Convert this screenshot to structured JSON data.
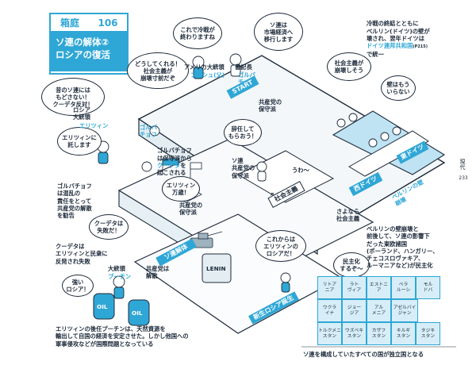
{
  "section": {
    "kanji": "箱庭",
    "number": "106",
    "title_line1": "ソ連の解体②",
    "title_line2": "ロシアの復活"
  },
  "side": {
    "label": "現代",
    "page": "233"
  },
  "bubbles": {
    "shuusen": "これで冷戦が\n終わりますね",
    "shijou": "ソ連は\n市場経済へ\n移行します",
    "dou": "どうしてくれる！\n社会主義が\n崩壊寸前だぞ",
    "mukashi": "昔のソ連には\nもどさない！\nクーデタ反対！",
    "eritsin_ryou": "エリツィンに\n託します",
    "shakai": "社会主義が\n崩壊しそう",
    "kabe": "壁はもう\nいらない",
    "jinin": "辞任して\nもらおう！",
    "eritsin_banzai": "エリツィン\n万歳！",
    "coup": "クーデタは\n失敗だ！",
    "kore": "これからは\nエリツィンの\nロシアだ！",
    "minshu": "民主化\nするぞ～",
    "tsuyoi": "強い\nロシア！"
  },
  "labels": {
    "america": "アメリカ大統領",
    "bush": "ブッシュ(父)",
    "shokichou": "書記長",
    "gorba": "ゴルバ\nチョフ",
    "gorba2": "ゴルバ\nチョフ",
    "russia_pres": "ロシア\n大統領",
    "eritsin": "エリツィン",
    "hoshu": "共産党の\n保守派",
    "hoshu2": "ソ連\n共産党の\n保守派",
    "gorba_hoshu": "ゴルバチョフ\nは保守派から",
    "coup_word": "クーデタ",
    "okosareru": "を\n起こされる",
    "hoshu3": "共産党の\n保守派",
    "gorba_kaisan": "ゴルバチョフ\nは混乱の\n責任をとって\n共産党の解散\nを勧告",
    "coup_fail": "クーデタは\nエリツィンと民衆に\n反発され失敗",
    "putin_title": "大統領",
    "putin": "プーチン",
    "kyousan_kaisan": "共産党は\n解散",
    "sayonara": "さよなら\n社会主義",
    "berlin_note": "冷戦の終結とともに\nベルリン(ドイツ)の壁が\n壊され、翌年ドイツは",
    "doitsu_touitsu": "ドイツ連邦共和国",
    "p215": "(P215)",
    "de_ittsu": "で統一",
    "eastern": "ベルリンの壁崩壊と\n前後して、ソ連の影響下\nだった東欧諸国\n(ポーランド、ハンガリー、\nチェコスロヴァキア、\nルーマニアなど)が民主化",
    "putin_note": "エリツィンの後任プーチンは、天然資源を\n輸出して自国の経済を安定させた。しかし他国への\n軍事侵攻などが国際問題となっている",
    "independent": "ソ連を構成していたすべての国が独立国となる",
    "uwa1": "うわ～",
    "uwa2": "うわ～",
    "oil": "OIL",
    "oil2": "OIL",
    "lenin": "LENIN"
  },
  "signs": {
    "start": "START",
    "shakaishugi": "社会主義",
    "nishi": "西ドイツ",
    "higashi": "東ドイツ",
    "berlin_wall": "ベルリンの壁\n崩壊",
    "soren_kaitai": "ソ連解体",
    "shinsei": "新生ロシア誕生"
  },
  "republics": [
    "リトア\nニア",
    "ラト\nヴィア",
    "エストニ\nア",
    "ベラ\nルーシ",
    "モル\nドバ",
    "ウクラ\nイナ",
    "ジョー\nジア",
    "アル\nメニア",
    "アゼルバイ\nジャン",
    "トルクメニ\nスタン",
    "ウズベキ\nスタン",
    "カザフ\nスタン",
    "キルギ\nスタン",
    "タジキ\nスタン"
  ],
  "colors": {
    "accent": "#2fa7d6",
    "ink": "#1d2a3a",
    "light": "#d7eef8"
  }
}
